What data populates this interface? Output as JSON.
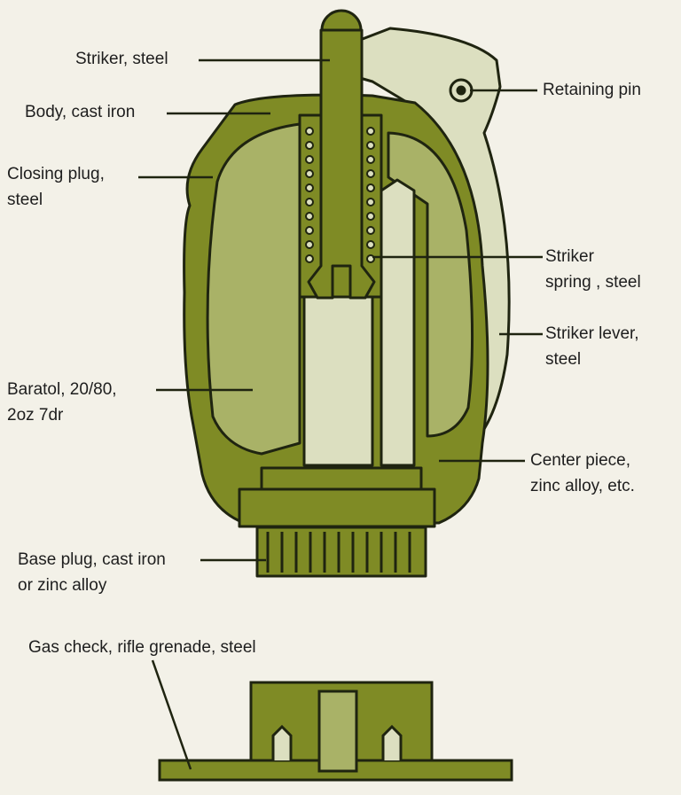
{
  "labels": {
    "striker": "Striker, steel",
    "body": "Body, cast iron",
    "closing_plug_1": "Closing plug,",
    "closing_plug_2": "steel",
    "retaining_pin": "Retaining pin",
    "striker_spring_1": "Striker",
    "striker_spring_2": "spring , steel",
    "striker_lever_1": "Striker lever,",
    "striker_lever_2": "steel",
    "baratol_1": "Baratol, 20/80,",
    "baratol_2": "2oz 7dr",
    "center_piece_1": "Center piece,",
    "center_piece_2": "zinc alloy, etc.",
    "base_plug_1": "Base plug, cast iron",
    "base_plug_2": "or zinc alloy",
    "gas_check": "Gas check, rifle grenade, steel"
  },
  "colors": {
    "olive": "#7f8b25",
    "filling": "#a9b267",
    "pale": "#dcdfc0",
    "outline": "#1f2410"
  }
}
